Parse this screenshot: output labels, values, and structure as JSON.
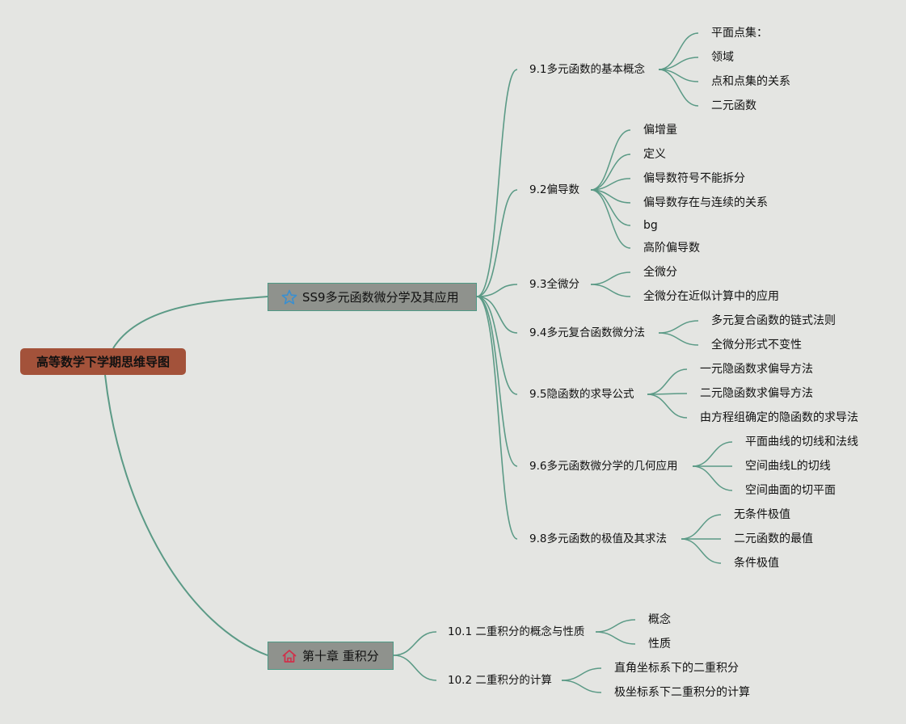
{
  "root": {
    "title": "高等数学下学期思维导图"
  },
  "chapter9": {
    "title": "SS9多元函数微分学及其应用",
    "icon": "star-icon",
    "sections": [
      {
        "title": "9.1多元函数的基本概念",
        "items": [
          "平面点集：",
          "领域",
          "点和点集的关系",
          "二元函数"
        ]
      },
      {
        "title": "9.2偏导数",
        "items": [
          "偏增量",
          "定义",
          "偏导数符号不能拆分",
          "偏导数存在与连续的关系",
          "bg",
          "高阶偏导数"
        ]
      },
      {
        "title": "9.3全微分",
        "items": [
          "全微分",
          "全微分在近似计算中的应用"
        ]
      },
      {
        "title": "9.4多元复合函数微分法",
        "items": [
          "多元复合函数的链式法则",
          "全微分形式不变性"
        ]
      },
      {
        "title": "9.5隐函数的求导公式",
        "items": [
          "一元隐函数求偏导方法",
          "二元隐函数求偏导方法",
          "由方程组确定的隐函数的求导法"
        ]
      },
      {
        "title": "9.6多元函数微分学的几何应用",
        "items": [
          "平面曲线的切线和法线",
          "空间曲线L的切线",
          "空间曲面的切平面"
        ]
      },
      {
        "title": "9.8多元函数的极值及其求法",
        "items": [
          "无条件极值",
          "二元函数的最值",
          "条件极值"
        ]
      }
    ]
  },
  "chapter10": {
    "title": "第十章 重积分",
    "icon": "home-icon",
    "sections": [
      {
        "title": "10.1 二重积分的概念与性质",
        "items": [
          "概念",
          "性质"
        ]
      },
      {
        "title": "10.2 二重积分的计算",
        "items": [
          "直角坐标系下的二重积分",
          "极坐标系下二重积分的计算"
        ]
      }
    ]
  },
  "colors": {
    "background": "#e4e5e2",
    "root_fill": "#a3523a",
    "branch_fill": "#8f928d",
    "connector": "#5b9a86",
    "star_icon": "#3a8fd0",
    "home_icon": "#d0304a"
  }
}
